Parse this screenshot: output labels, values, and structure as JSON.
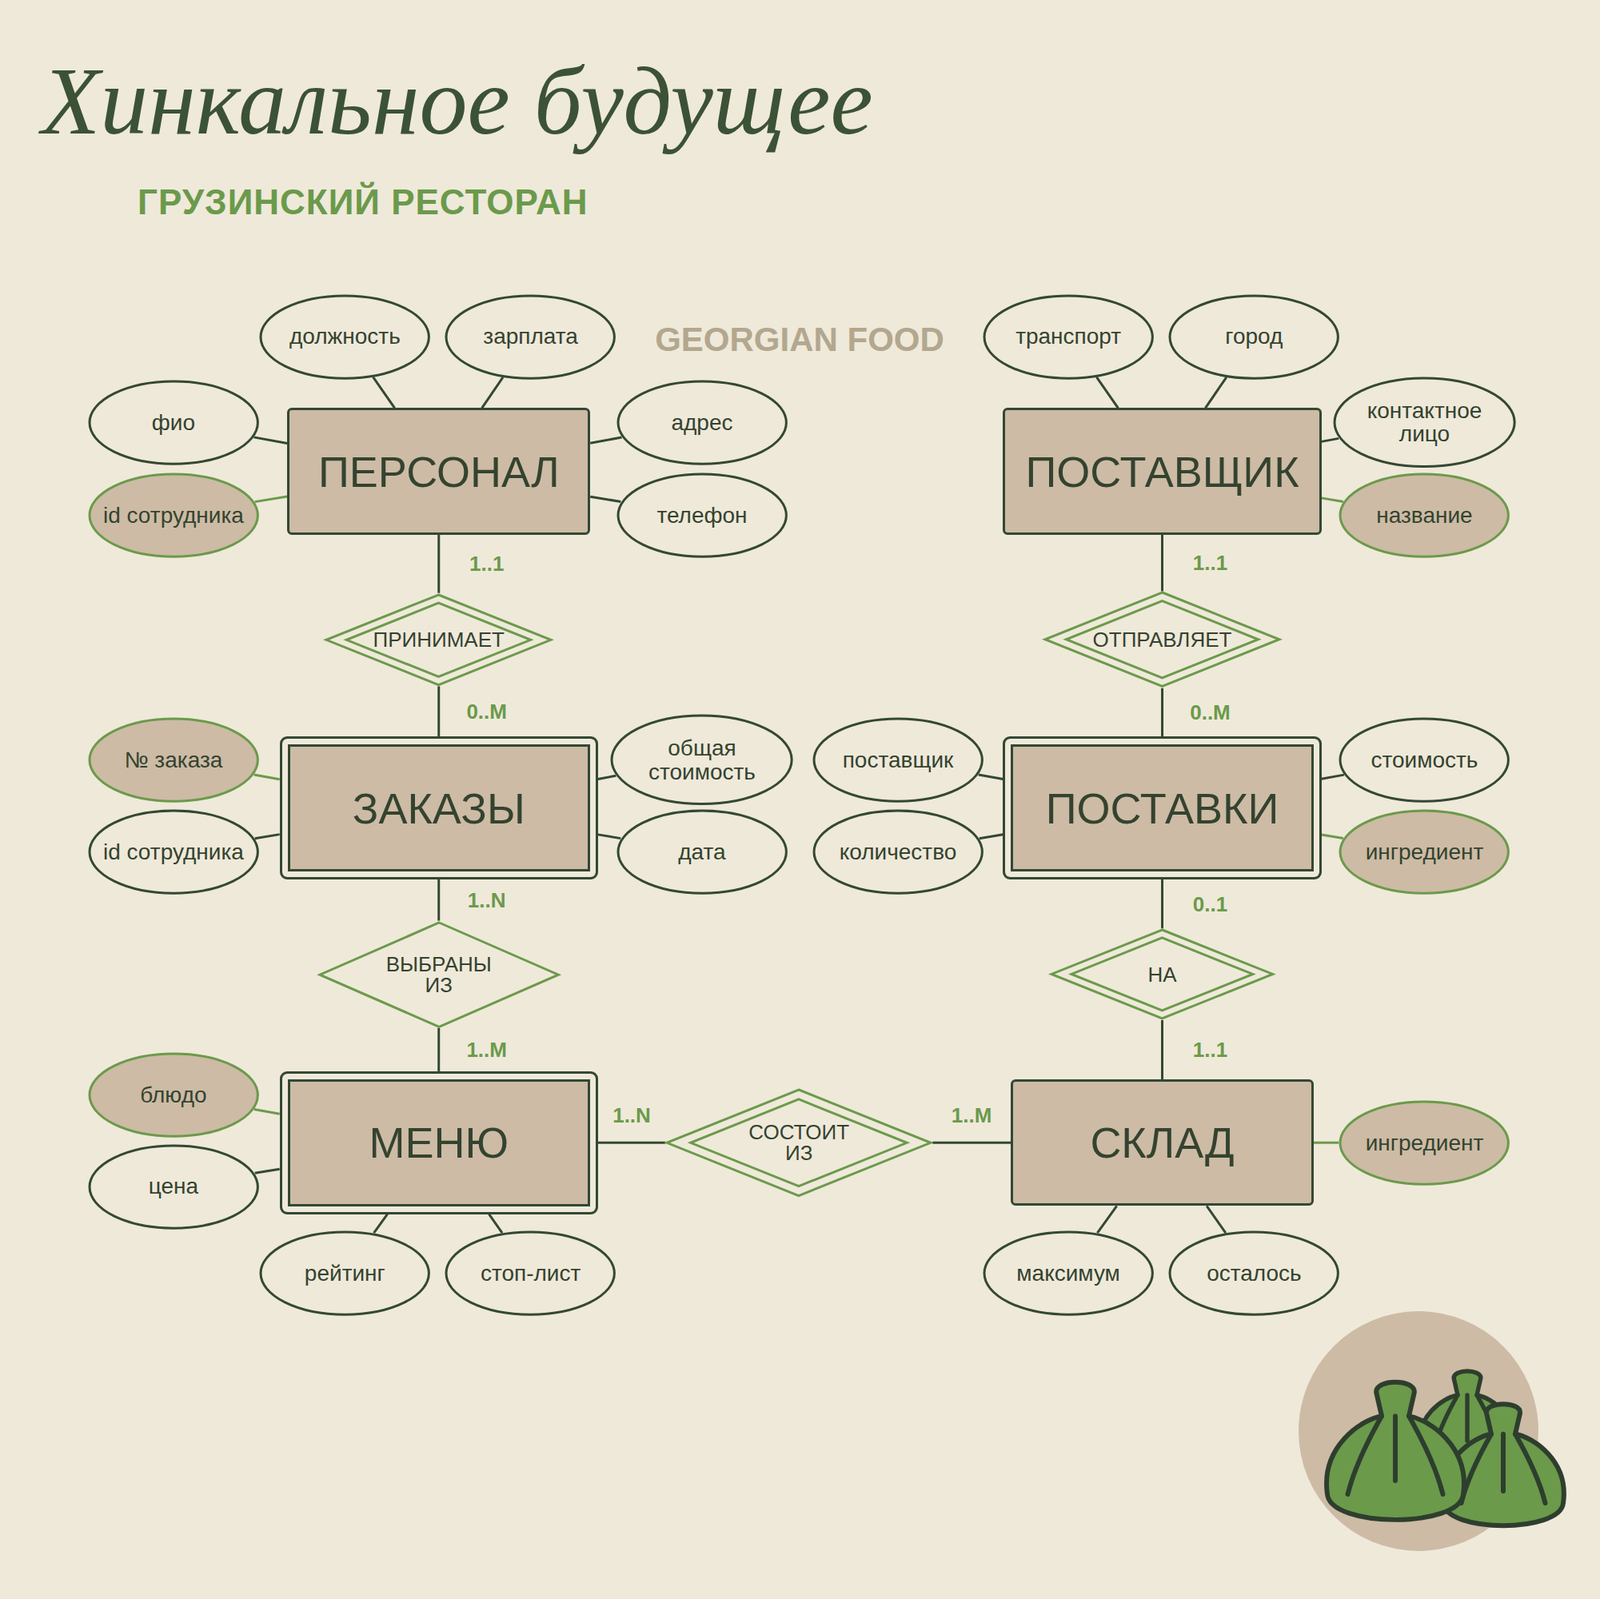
{
  "diagram": {
    "title": "Хинкальное будущее",
    "nodes": [
      {
        "text": [
          "должность"
        ]
      },
      {
        "text": [
          "зарплата"
        ]
      },
      {
        "text": [
          "транспорт"
        ]
      },
      {
        "text": [
          "город"
        ]
      },
      {
        "text": [
          "фио"
        ]
      },
      {
        "text": [
          "ПЕРСОНАЛ"
        ]
      },
      {
        "text": [
          "адрес"
        ]
      },
      {
        "text": [
          "ПОСТАВЩИК"
        ]
      },
      {
        "text": [
          "контактное лицо"
        ]
      },
      {
        "text": [
          "id сотрудника"
        ]
      },
      {
        "text": [
          "телефон"
        ]
      },
      {
        "text": [
          "название"
        ]
      },
      {
        "text": [
          "ПРИНИМАЕТ"
        ]
      },
      {
        "text": [
          "ОТПРАВЛЯЕТ"
        ]
      },
      {
        "text": [
          "№ заказа"
        ]
      },
      {
        "text": [
          "ЗАКАЗЫ"
        ]
      },
      {
        "text": [
          "общая стоимость"
        ]
      },
      {
        "text": [
          "поставщик"
        ]
      },
      {
        "text": [
          "ПОСТАВКИ"
        ]
      },
      {
        "text": [
          "стоимость"
        ]
      },
      {
        "text": [
          "id сотрудника"
        ]
      },
      {
        "text": [
          "дата"
        ]
      },
      {
        "text": [
          "количество"
        ]
      },
      {
        "text": [
          "ингредиент"
        ]
      },
      {
        "text": [
          "ВЫБРАНЫ ИЗ"
        ]
      },
      {
        "text": [
          "НА"
        ]
      },
      {
        "text": [
          "блюдо"
        ]
      },
      {
        "text": [
          "МЕНЮ"
        ]
      },
      {
        "text": [
          "СОСТОИТ ИЗ"
        ]
      },
      {
        "text": [
          "СКЛАД"
        ]
      },
      {
        "text": [
          "ингредиент"
        ]
      },
      {
        "text": [
          "цена"
        ]
      },
      {
        "text": [
          "рейтинг"
        ]
      },
      {
        "text": [
          "стоп-лист"
        ]
      },
      {
        "text": [
          "максимум"
        ]
      },
      {
        "text": [
          "осталось"
        ]
      }
    ],
    "edges": [
      {
        "from": 5,
        "to": 0,
        "arrow": "none"
      },
      {
        "from": 5,
        "to": 1,
        "arrow": "none"
      },
      {
        "from": 5,
        "to": 4,
        "arrow": "none"
      },
      {
        "from": 5,
        "to": 6,
        "arrow": "none"
      },
      {
        "from": 5,
        "to": 9,
        "arrow": "none"
      },
      {
        "from": 5,
        "to": 10,
        "arrow": "none"
      },
      {
        "from": 7,
        "to": 2,
        "arrow": "none"
      },
      {
        "from": 7,
        "to": 3,
        "arrow": "none"
      },
      {
        "from": 7,
        "to": 8,
        "arrow": "none"
      },
      {
        "from": 7,
        "to": 11,
        "arrow": "none"
      },
      {
        "from": 15,
        "to": 14,
        "arrow": "none"
      },
      {
        "from": 15,
        "to": 16,
        "arrow": "none"
      },
      {
        "from": 15,
        "to": 20,
        "arrow": "none"
      },
      {
        "from": 15,
        "to": 21,
        "arrow": "none"
      },
      {
        "from": 18,
        "to": 17,
        "arrow": "none"
      },
      {
        "from": 18,
        "to": 19,
        "arrow": "none"
      },
      {
        "from": 18,
        "to": 22,
        "arrow": "none"
      },
      {
        "from": 18,
        "to": 23,
        "arrow": "none"
      },
      {
        "from": 27,
        "to": 26,
        "arrow": "none"
      },
      {
        "from": 27,
        "to": 31,
        "arrow": "none"
      },
      {
        "from": 27,
        "to": 32,
        "arrow": "none"
      },
      {
        "from": 27,
        "to": 33,
        "arrow": "none"
      },
      {
        "from": 29,
        "to": 30,
        "arrow": "none"
      },
      {
        "from": 29,
        "to": 34,
        "arrow": "none"
      },
      {
        "from": 29,
        "to": 35,
        "arrow": "none"
      },
      {
        "from": 5,
        "to": 12,
        "label": "1..1",
        "arrow": "none"
      },
      {
        "from": 12,
        "to": 15,
        "label": "0..M",
        "arrow": "none"
      },
      {
        "from": 7,
        "to": 13,
        "label": "1..1",
        "arrow": "none"
      },
      {
        "from": 13,
        "to": 18,
        "label": "0..M",
        "arrow": "none"
      },
      {
        "from": 15,
        "to": 24,
        "label": "1..N",
        "arrow": "none"
      },
      {
        "from": 24,
        "to": 27,
        "label": "1..M",
        "arrow": "none"
      },
      {
        "from": 18,
        "to": 25,
        "label": "0..1",
        "arrow": "none"
      },
      {
        "from": 25,
        "to": 29,
        "label": "1..1",
        "arrow": "none"
      },
      {
        "from": 27,
        "to": 28,
        "label": "1..N",
        "arrow": "none"
      },
      {
        "from": 28,
        "to": 29,
        "label": "1..M",
        "arrow": "none"
      }
    ],
    "labels": [
      "ГРУЗИНСКИЙ РЕСТОРАН",
      "GEORGIAN FOOD"
    ]
  }
}
